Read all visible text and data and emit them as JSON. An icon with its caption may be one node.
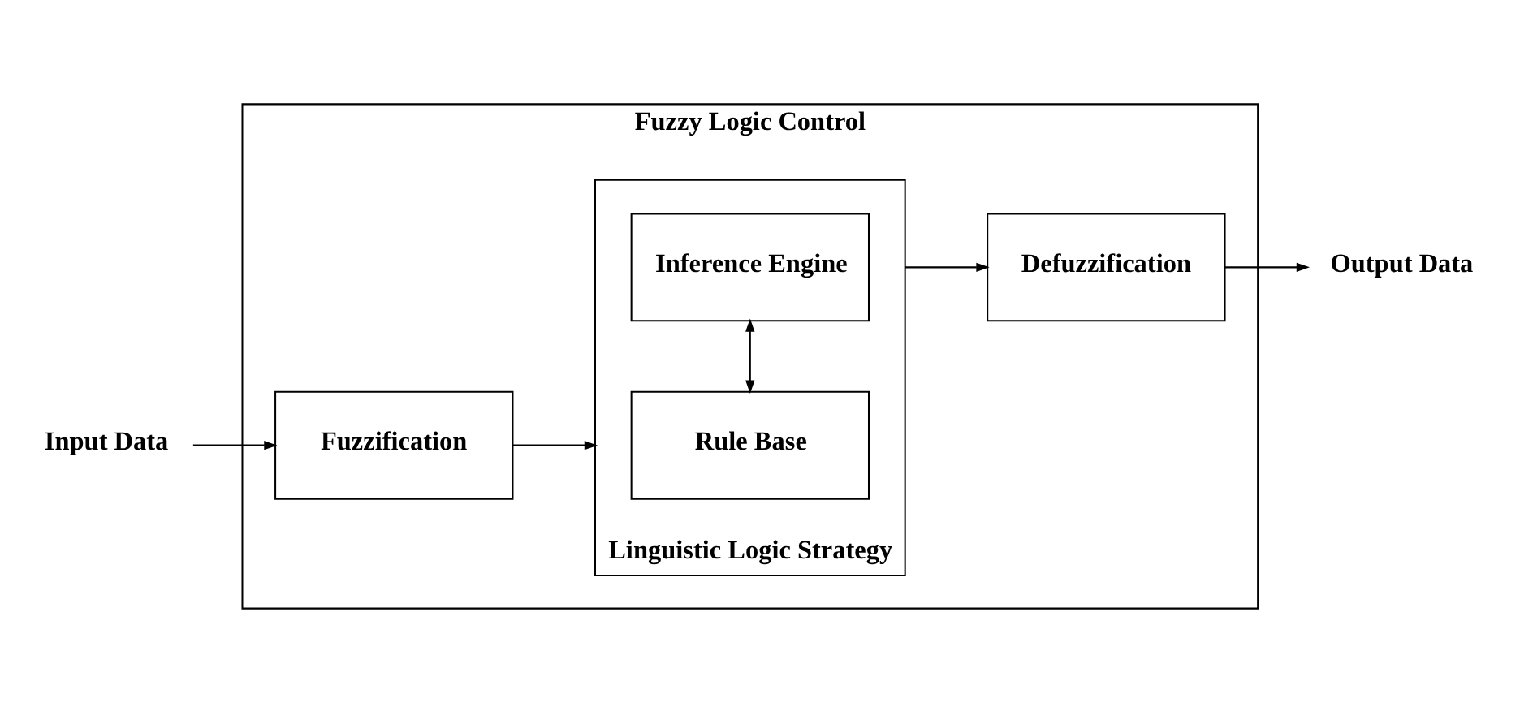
{
  "diagram": {
    "nodes": [
      {
        "text": [
          "Fuzzy Logic Control"
        ]
      },
      {
        "text": [
          "Fuzzification"
        ],
        "in": 0
      },
      {
        "text": [
          "Linguistic Logic Strategy"
        ],
        "in": 0
      },
      {
        "text": [
          "Rule Base"
        ],
        "in": 2
      },
      {
        "text": [
          "Inference Engine"
        ],
        "in": 2
      },
      {
        "text": [
          "Defuzzification"
        ],
        "in": 0
      },
      {
        "text": [
          "Input Data"
        ]
      },
      {
        "text": [
          "Output Data"
        ]
      }
    ],
    "edges": [
      {
        "from": 6,
        "to": 1,
        "arrow": "to"
      },
      {
        "from": 1,
        "to": 2,
        "arrow": "to"
      },
      {
        "from": 3,
        "to": 4,
        "arrow": "both"
      },
      {
        "from": 2,
        "to": 5,
        "arrow": "to"
      },
      {
        "from": 5,
        "to": 7,
        "arrow": "to"
      }
    ]
  }
}
